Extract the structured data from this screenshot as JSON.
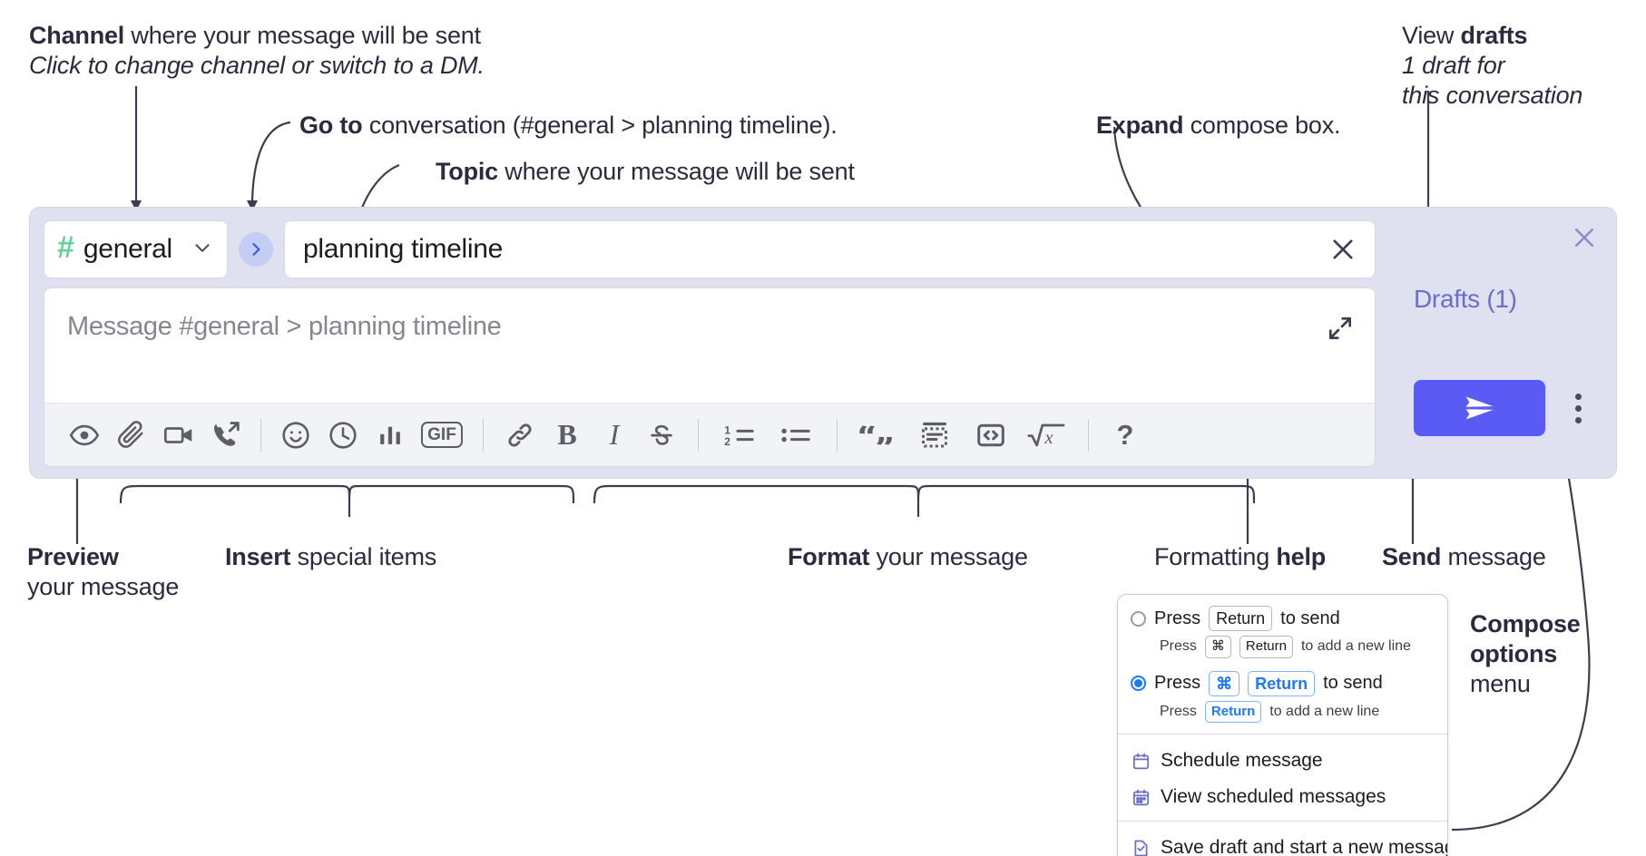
{
  "annotations": {
    "channel": {
      "bold": "Channel",
      "rest": " where your message will be sent",
      "italic": "Click to change channel or switch to a DM."
    },
    "goto": {
      "bold": "Go to",
      "rest": " conversation (#general > planning timeline)."
    },
    "topic": {
      "bold": "Topic",
      "rest": " where your message will be sent"
    },
    "expand": {
      "bold": "Expand",
      "rest": " compose box."
    },
    "drafts": {
      "bold_lead": "View ",
      "bold": "drafts",
      "italic_line1": "1 draft for",
      "italic_line2": "this conversation"
    },
    "preview": {
      "bold": "Preview",
      "line2": "your message"
    },
    "insert": {
      "bold": "Insert",
      "rest": " special items"
    },
    "format": {
      "bold": "Format",
      "rest": " your message"
    },
    "help": {
      "lead": "Formatting ",
      "bold": "help"
    },
    "send": {
      "bold": "Send",
      "rest": " message"
    },
    "compose_options": {
      "bold_line1": "Compose",
      "bold_line2": "options",
      "line3": "menu"
    }
  },
  "compose": {
    "channel_name": "general",
    "hash_symbol": "#",
    "topic_value": "planning timeline",
    "message_placeholder": "Message #general > planning timeline",
    "drafts_label": "Drafts (1)",
    "toolbar": [
      {
        "name": "preview-icon",
        "label": "Preview"
      },
      {
        "name": "attachment-icon",
        "label": "Attach file"
      },
      {
        "name": "video-icon",
        "label": "Record video clip"
      },
      {
        "name": "huddle-icon",
        "label": "Start huddle"
      },
      {
        "name": "emoji-icon",
        "label": "Emoji"
      },
      {
        "name": "clock-icon",
        "label": "Reminder"
      },
      {
        "name": "poll-icon",
        "label": "Poll"
      },
      {
        "name": "gif-icon",
        "label": "GIF"
      },
      {
        "name": "link-icon",
        "label": "Link"
      },
      {
        "name": "bold-icon",
        "label": "B"
      },
      {
        "name": "italic-icon",
        "label": "I"
      },
      {
        "name": "strikethrough-icon",
        "label": "Strikethrough"
      },
      {
        "name": "ordered-list-icon",
        "label": "Ordered list"
      },
      {
        "name": "bulleted-list-icon",
        "label": "Bulleted list"
      },
      {
        "name": "blockquote-icon",
        "label": "Blockquote"
      },
      {
        "name": "code-block-icon",
        "label": "Code block"
      },
      {
        "name": "code-icon",
        "label": "Code"
      },
      {
        "name": "math-icon",
        "label": "Math"
      },
      {
        "name": "help-icon",
        "label": "?"
      }
    ]
  },
  "menu": {
    "option1": {
      "pre": "Press",
      "key": "Return",
      "post": "to send",
      "sub_pre": "Press",
      "sub_key1": "⌘",
      "sub_key2": "Return",
      "sub_post": "to add a new line",
      "selected": false
    },
    "option2": {
      "pre": "Press",
      "key1": "⌘",
      "key2": "Return",
      "post": "to send",
      "sub_pre": "Press",
      "sub_key": "Return",
      "sub_post": "to add a new line",
      "selected": true
    },
    "items": [
      {
        "icon": "calendar-icon",
        "label": "Schedule message"
      },
      {
        "icon": "calendar-grid-icon",
        "label": "View scheduled messages"
      },
      {
        "icon": "save-draft-icon",
        "label": "Save draft and start a new message"
      }
    ]
  },
  "colors": {
    "accent_blue": "#5a5af5",
    "panel_bg": "#dfe1f0",
    "hash_green": "#5fd39b",
    "drafts_purple": "#6b6fc4",
    "radio_blue": "#1d7afc",
    "text_dark": "#2b2b40"
  }
}
